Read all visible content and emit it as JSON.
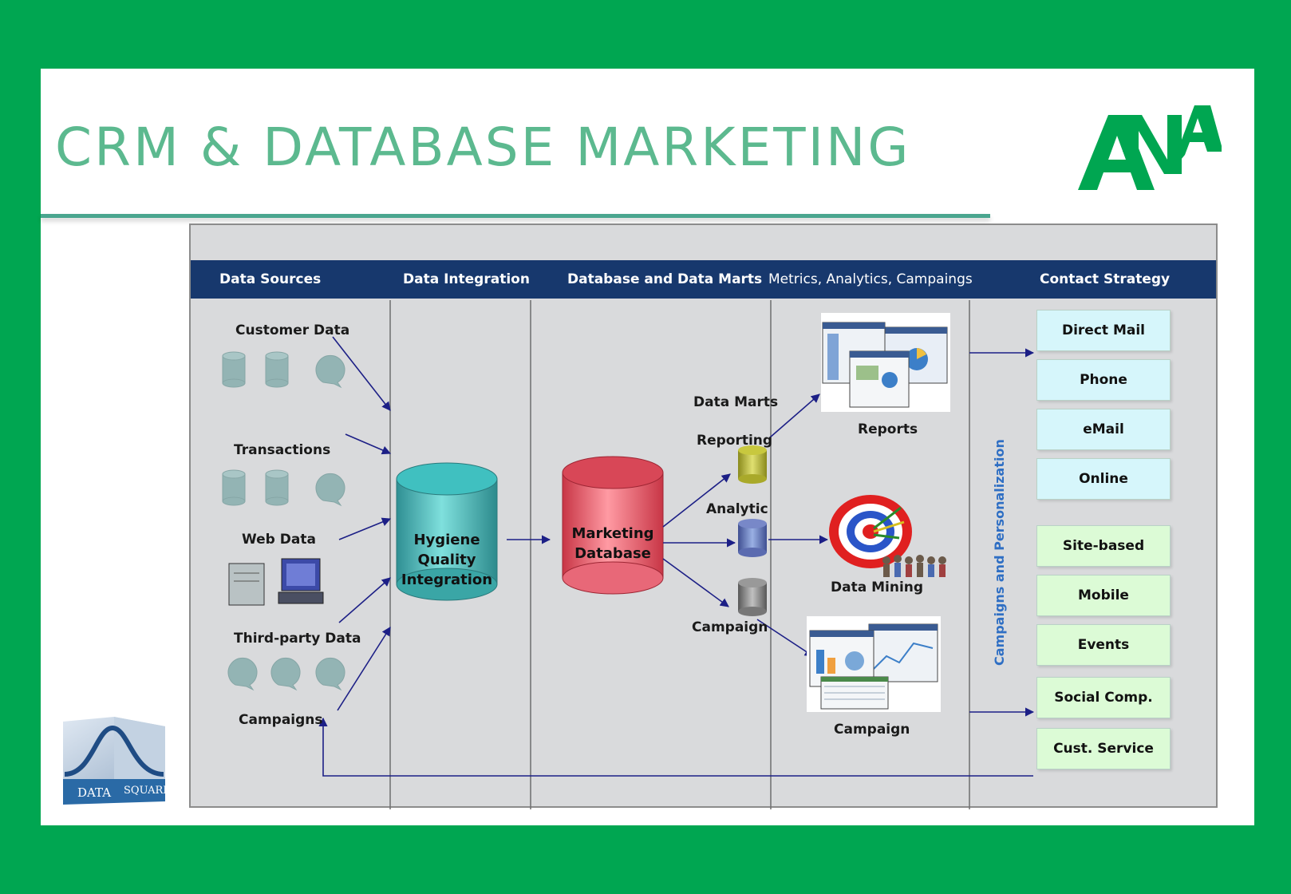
{
  "title": "CRM & DATABASE MARKETING",
  "logos": {
    "ana": "ANA",
    "datasquare_left": "DATA",
    "datasquare_right": "SQUARE"
  },
  "headers": [
    "Data Sources",
    "Data Integration",
    "Database and Data Marts",
    "Metrics, Analytics, Campaings",
    "Contact Strategy"
  ],
  "sources": [
    "Customer Data",
    "Transactions",
    "Web Data",
    "Third-party Data",
    "Campaigns"
  ],
  "integration": {
    "line1": "Hygiene",
    "line2": "Quality",
    "line3": "Integration"
  },
  "database": {
    "line1": "Marketing",
    "line2": "Database"
  },
  "data_marts": {
    "title": "Data Marts",
    "items": [
      "Reporting",
      "Analytic",
      "Campaign"
    ]
  },
  "outputs": [
    "Reports",
    "Data Mining",
    "Campaign"
  ],
  "vertical_label": "Campaigns and Personalization",
  "contact_strategy": {
    "cyan": [
      "Direct Mail",
      "Phone",
      "eMail",
      "Online"
    ],
    "green": [
      "Site-based",
      "Mobile",
      "Events",
      "Social Comp.",
      "Cust. Service"
    ]
  },
  "colors": {
    "background": "#00a651",
    "title": "#5cb98f",
    "header_bar": "#17386d",
    "arrow": "#1c1f86",
    "integration_cylinder": "#3fb6b4",
    "database_cylinder": "#e85a6a"
  }
}
